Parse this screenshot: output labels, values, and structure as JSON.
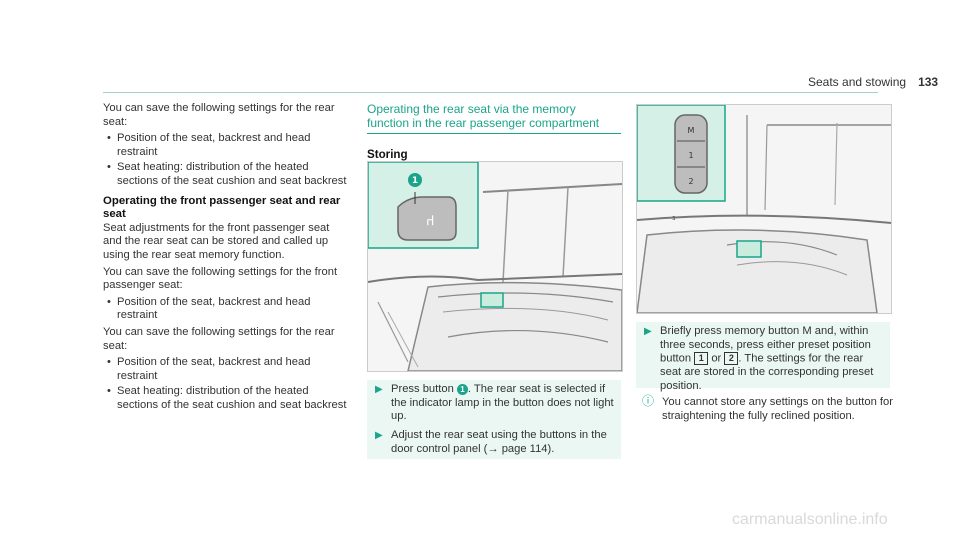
{
  "header": {
    "title": "Seats and stowing",
    "page": "133"
  },
  "left_col": {
    "p1": "You can save the following settings for the rear seat:",
    "list1": [
      "Position of the seat, backrest and head restraint",
      "Seat heating: distribution of the heated sections of the seat cushion and seat backrest"
    ],
    "heading": "Operating the front passenger seat and rear seat",
    "p2": "Seat adjustments for the front passenger seat and the rear seat can be stored and called up using the rear seat memory function.",
    "p3": "You can save the following settings for the front passenger seat:",
    "list2": [
      "Position of the seat, backrest and head restraint"
    ],
    "p4": "You can save the following settings for the rear seat:",
    "list3": [
      "Position of the seat, backrest and head restraint",
      "Seat heating: distribution of the heated sections of the seat cushion and seat backrest"
    ]
  },
  "mid_col": {
    "title": "Operating the rear seat via the memory function in the rear passenger compartment",
    "subheading": "Storing",
    "callout": "1",
    "step1_a": "Press button ",
    "step1_num": "1",
    "step1_b": ". The rear seat is selected if the indicator lamp in the button does not light up.",
    "step2": "Adjust the rear seat using the buttons in the door control panel (→ page 114)."
  },
  "right_col": {
    "buttons": [
      "M",
      "1",
      "2"
    ],
    "step_a": "Briefly press memory button M and, within three seconds, press either preset position button ",
    "key1": "1",
    "or": " or ",
    "key2": "2",
    "step_b": ". The settings for the rear seat are stored in the corresponding preset position.",
    "note": "You cannot store any settings on the button for straightening the fully reclined position."
  },
  "watermark": "carmanualsonline.info"
}
